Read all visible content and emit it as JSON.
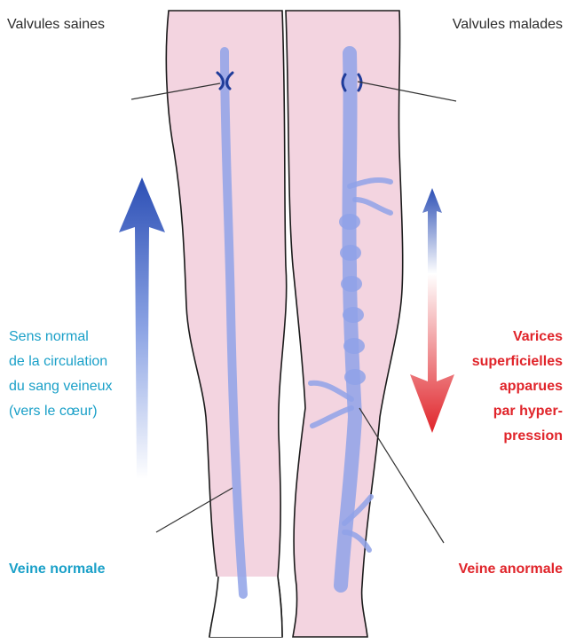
{
  "labels": {
    "healthy_valves": "Valvules saines",
    "diseased_valves": "Valvules malades",
    "normal_flow_lines": [
      "Sens normal",
      "de la circulation",
      "du sang veineux",
      "(vers le cœur)"
    ],
    "varices_lines": [
      "Varices",
      "superficielles",
      "apparues",
      "par hyper-",
      "pression"
    ],
    "normal_vein": "Veine normale",
    "abnormal_vein": "Veine anormale"
  },
  "colors": {
    "skin": "#f3d4e0",
    "vein": "#8fa2e8",
    "valve": "#1f3c9a",
    "normal_text": "#1aa0c8",
    "abnormal_text": "#e0242a",
    "arrow_blue": "#2c4fb5",
    "arrow_red": "#e0242a"
  }
}
